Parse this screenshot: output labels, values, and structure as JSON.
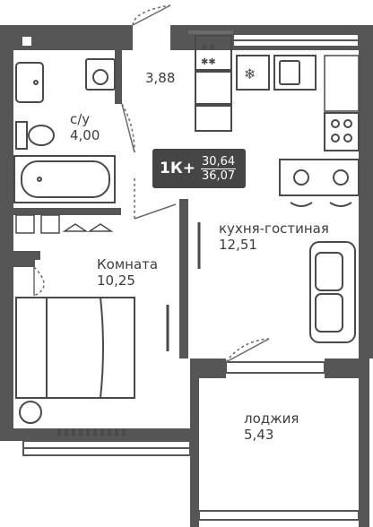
{
  "rooms": {
    "hall": {
      "area": "3,88"
    },
    "bathroom": {
      "name": "с/у",
      "area": "4,00"
    },
    "kitchen_living": {
      "name": "кухня-гостиная",
      "area": "12,51"
    },
    "room": {
      "name": "Комната",
      "area": "10,25"
    },
    "loggia": {
      "name": "лоджия",
      "area": "5,43"
    }
  },
  "badge": {
    "type": "1К+",
    "living_area": "30,64",
    "total_area": "36,07"
  },
  "colors": {
    "wall": "#565656",
    "fixture": "#4a4a4a",
    "badge_bg": "#454545",
    "text": "#3d3d3d"
  }
}
